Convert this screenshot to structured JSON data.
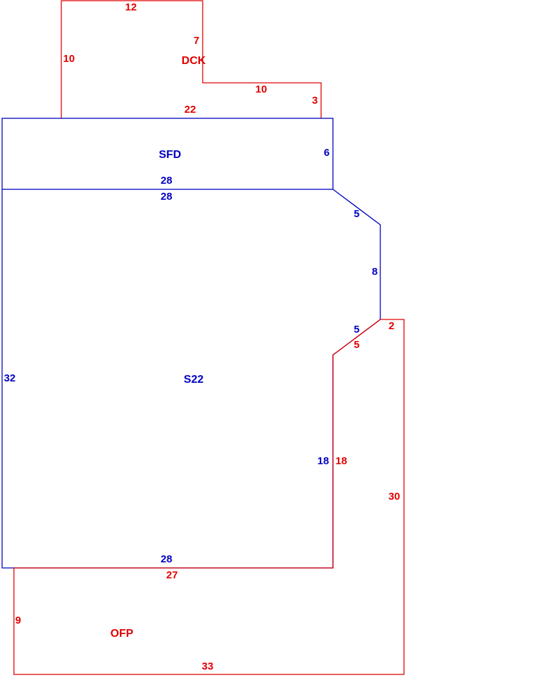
{
  "colors": {
    "red": "#e00000",
    "blue": "#0000c0"
  },
  "areas": {
    "dck": {
      "name": "DCK",
      "sides": [
        "12",
        "7",
        "10",
        "3",
        "22",
        "10"
      ]
    },
    "sfd": {
      "name": "SFD",
      "sides": [
        "28",
        "6"
      ]
    },
    "s22": {
      "name": "S22",
      "sides": [
        "28",
        "5",
        "8",
        "5",
        "18",
        "28",
        "32"
      ]
    },
    "ofp": {
      "name": "OFP",
      "sides": [
        "2",
        "30",
        "33",
        "9",
        "27",
        "18",
        "5"
      ]
    }
  }
}
